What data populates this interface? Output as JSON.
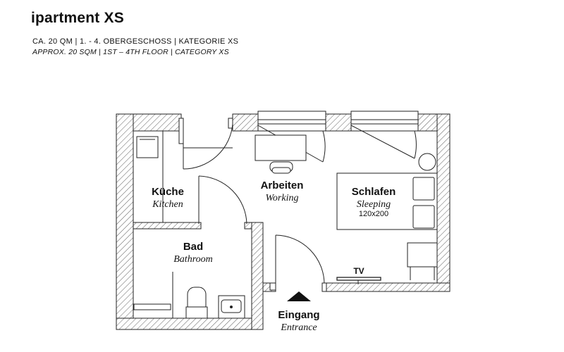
{
  "header": {
    "title": "ipartment XS",
    "subtitle_de": "CA. 20 QM | 1. - 4. OBERGESCHOSS | KATEGORIE XS",
    "subtitle_en": "APPROX. 20 SQM | 1ST – 4TH FLOOR | CATEGORY XS"
  },
  "rooms": {
    "kitchen": {
      "label": "Küche",
      "label_en": "Kitchen"
    },
    "working": {
      "label": "Arbeiten",
      "label_en": "Working"
    },
    "sleeping": {
      "label": "Schlafen",
      "label_en": "Sleeping",
      "bed_size": "120x200"
    },
    "bathroom": {
      "label": "Bad",
      "label_en": "Bathroom"
    },
    "entrance": {
      "label": "Eingang",
      "label_en": "Entrance"
    },
    "tv": {
      "label": "TV"
    }
  }
}
